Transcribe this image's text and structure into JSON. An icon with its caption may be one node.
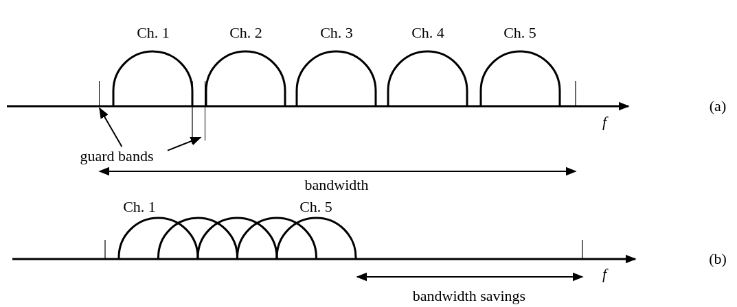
{
  "diagram": {
    "nodes": [
      {
        "text": [
          "guard bands"
        ]
      },
      {
        "text": [],
        "shape": "bar"
      },
      {
        "text": [],
        "shape": "bar"
      }
    ],
    "edges": [
      {
        "from": 0,
        "to": 1,
        "arrow": "to"
      },
      {
        "from": 0,
        "to": 2,
        "arrow": "to"
      }
    ],
    "labels": [
      "Ch. 1",
      "Ch. 2",
      "Ch. 3",
      "Ch. 4",
      "Ch. 5",
      "f",
      "(a)",
      "bandwidth",
      "Ch. 1",
      "Ch. 5",
      "f",
      "(b)",
      "bandwidth savings"
    ]
  }
}
